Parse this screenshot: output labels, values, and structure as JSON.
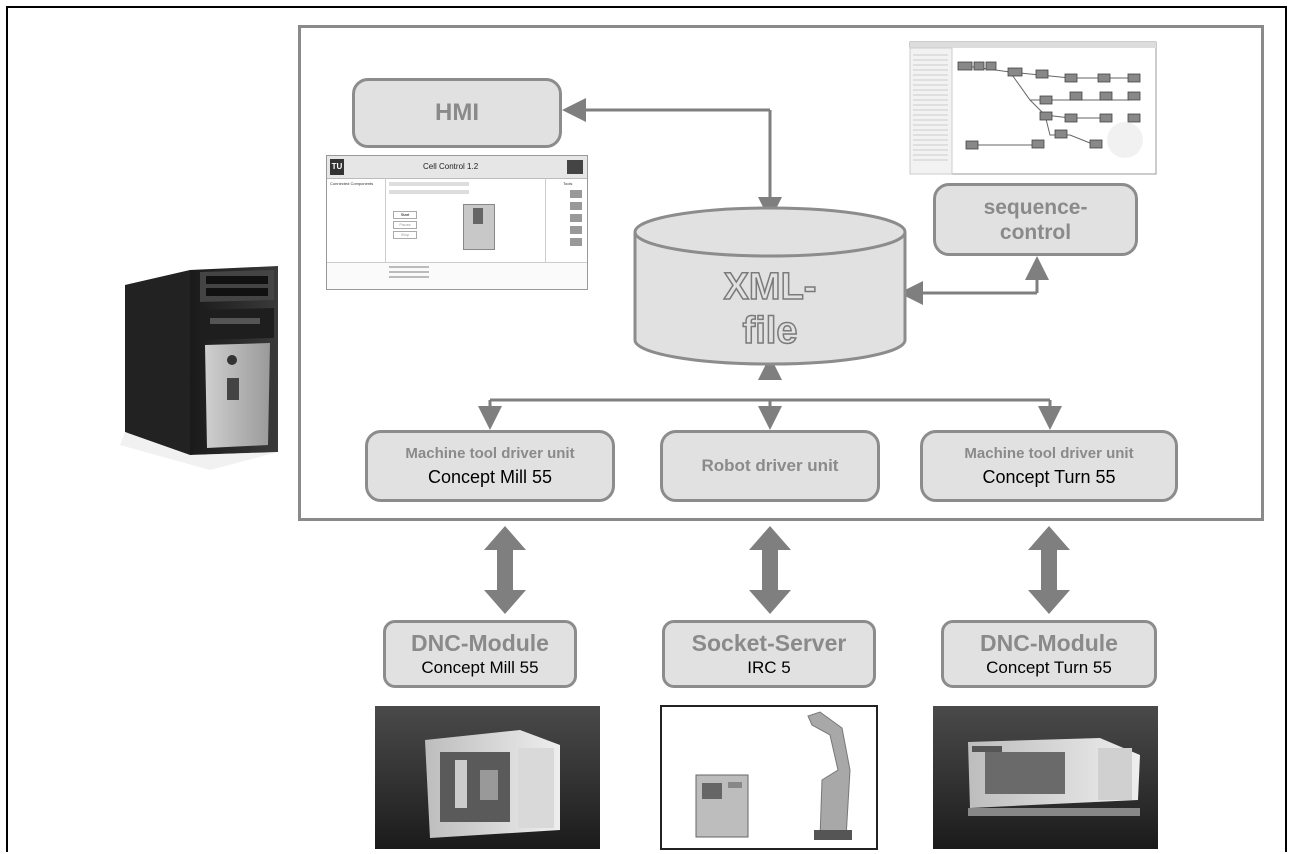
{
  "hmi": {
    "label": "HMI"
  },
  "database": {
    "line1": "XML-",
    "line2": "file"
  },
  "sequence": {
    "line1": "sequence-",
    "line2": "control"
  },
  "drivers": [
    {
      "title": "Machine tool driver unit",
      "name": "Concept Mill 55"
    },
    {
      "title": "Robot driver unit",
      "name": ""
    },
    {
      "title": "Machine tool driver unit",
      "name": "Concept Turn 55"
    }
  ],
  "modules": [
    {
      "title": "DNC-Module",
      "name": "Concept Mill 55"
    },
    {
      "title": "Socket-Server",
      "name": "IRC 5"
    },
    {
      "title": "DNC-Module",
      "name": "Concept Turn 55"
    }
  ],
  "hmi_screenshot": {
    "app_title": "Cell Control 1.2",
    "logo": "TU",
    "panel_left": "Connected Components",
    "panel_right": "Tools",
    "button1": "Start",
    "button2": "Pause",
    "button3": "Stop"
  },
  "colors": {
    "box_fill": "#e1e1e1",
    "box_border": "#8c8c8c",
    "arrow": "#7f7f7f",
    "grey_text": "#8a8a8a"
  }
}
